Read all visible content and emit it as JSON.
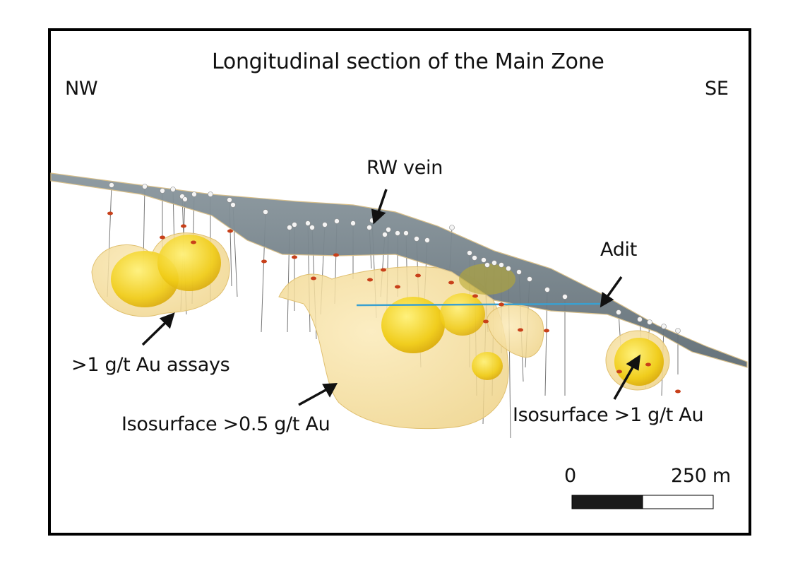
{
  "title": "Longitudinal section of the Main Zone",
  "directions": {
    "left": "NW",
    "right": "SE"
  },
  "labels": {
    "vein": "RW vein",
    "adit": "Adit",
    "assays": ">1 g/t Au assays",
    "iso_low": "Isosurface >0.5 g/t Au",
    "iso_high": "Isosurface >1 g/t Au"
  },
  "scale_bar": {
    "start_label": "0",
    "end_label": "250 m"
  },
  "colors": {
    "vein": "#6f7c84",
    "iso_low": "#f3dc95",
    "iso_high": "#f2cf1c",
    "assay": "#c8401a",
    "adit": "#3aa0d0"
  }
}
